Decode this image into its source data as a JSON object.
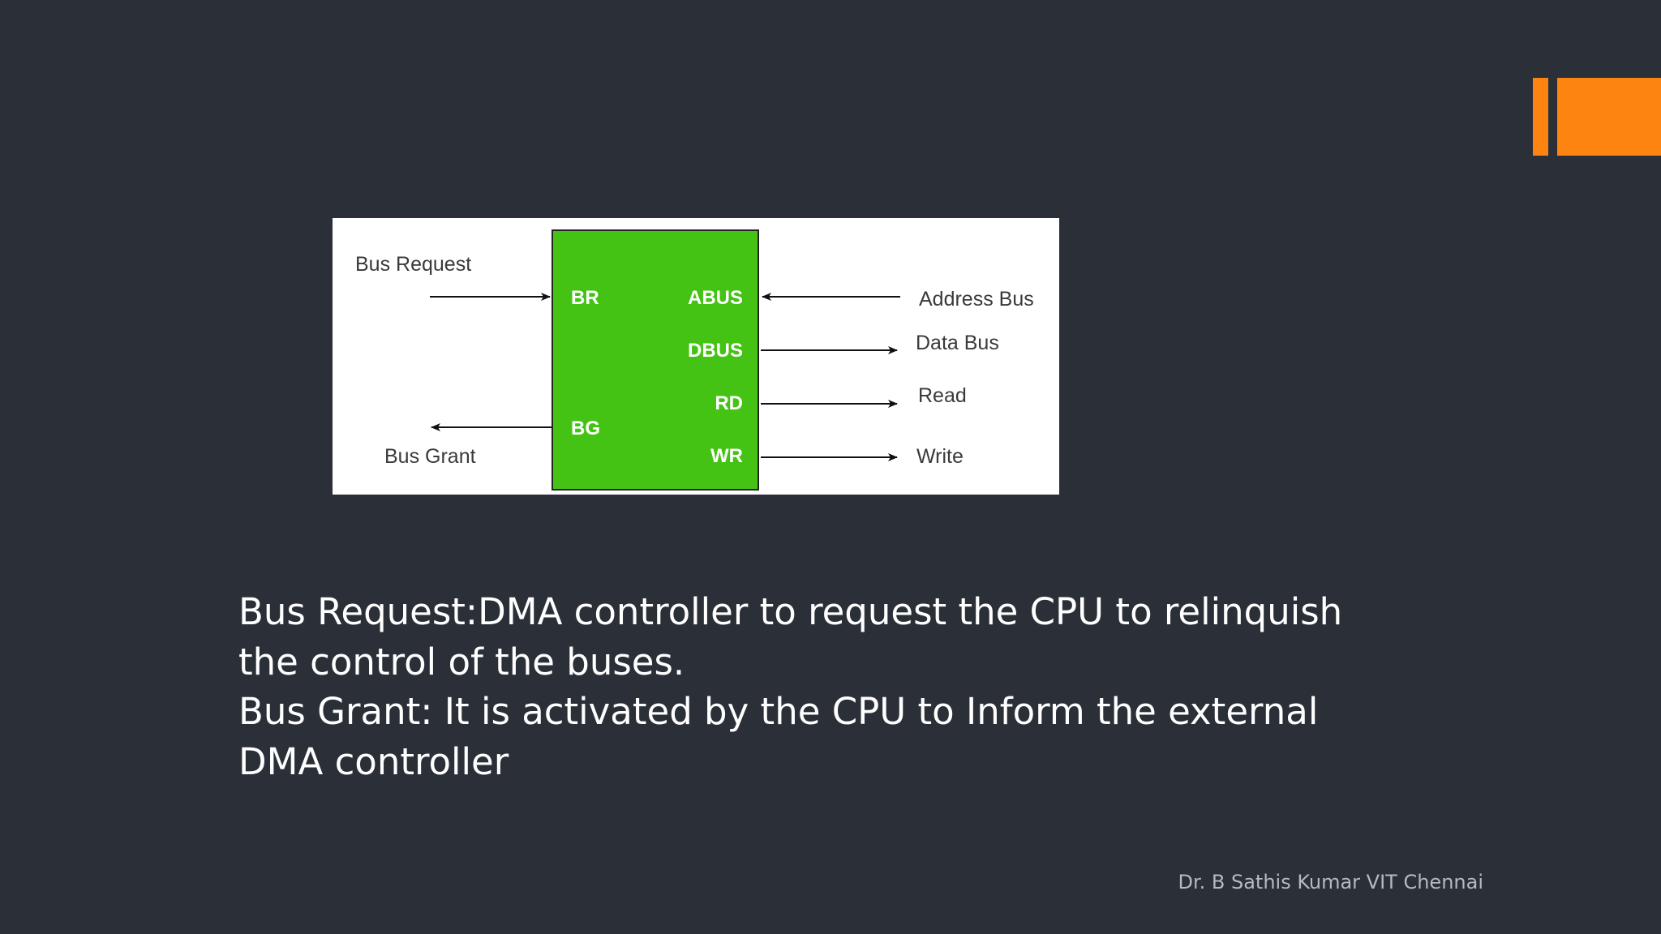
{
  "slide": {
    "accent_color": "#fd8410",
    "background_color": "#2a2f38",
    "footer": "Dr. B Sathis Kumar VIT Chennai",
    "paragraphs": [
      "Bus Request:DMA controller to request the CPU to relinquish the control of the buses.",
      "Bus Grant: It is activated by the CPU to Inform the external DMA controller"
    ]
  },
  "diagram": {
    "box_color": "#44c314",
    "pins": {
      "br": "BR",
      "bg": "BG",
      "abus": "ABUS",
      "dbus": "DBUS",
      "rd": "RD",
      "wr": "WR"
    },
    "signals": {
      "bus_request": "Bus Request",
      "bus_grant": "Bus Grant",
      "address_bus": "Address Bus",
      "data_bus": "Data Bus",
      "read": "Read",
      "write": "Write"
    }
  }
}
